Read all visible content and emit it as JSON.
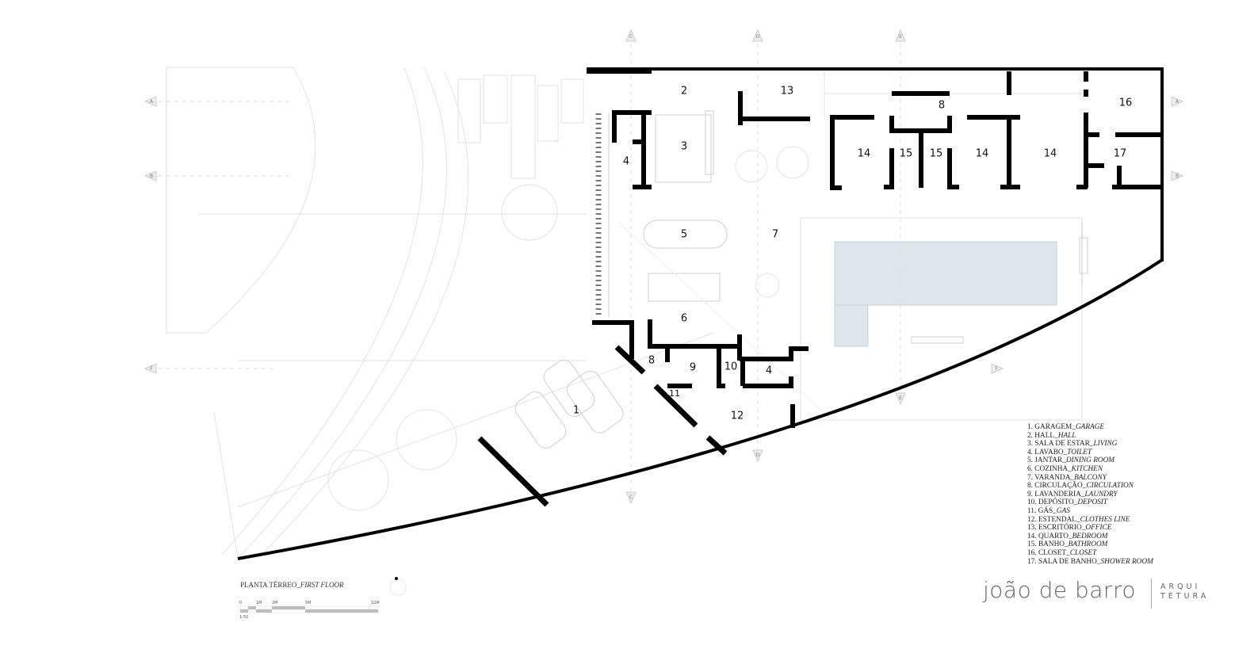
{
  "rooms": {
    "r1": "1",
    "r2": "2",
    "r3": "3",
    "r4a": "4",
    "r4b": "4",
    "r5": "5",
    "r6": "6",
    "r7": "7",
    "r8a": "8",
    "r8b": "8",
    "r9": "9",
    "r10": "10",
    "r11": "11",
    "r12": "12",
    "r13": "13",
    "r14a": "14",
    "r14b": "14",
    "r14c": "14",
    "r15a": "15",
    "r15b": "15",
    "r16": "16",
    "r17": "17"
  },
  "section_markers": {
    "a": "A",
    "b": "B",
    "c": "C",
    "d": "D",
    "e": "E",
    "f": "F"
  },
  "legend": [
    {
      "pt": "1. GARAGEM_",
      "en": "GARAGE"
    },
    {
      "pt": "2. HALL_",
      "en": "HALL"
    },
    {
      "pt": "3. SALA DE ESTAR_",
      "en": "LIVING"
    },
    {
      "pt": "4. LAVABO_",
      "en": "TOILET"
    },
    {
      "pt": "5. JANTAR_",
      "en": "DINING ROOM"
    },
    {
      "pt": "6. COZINHA_",
      "en": "KITCHEN"
    },
    {
      "pt": "7. VARANDA_",
      "en": "BALCONY"
    },
    {
      "pt": "8. CIRCULAÇÃO_",
      "en": "CIRCULATION"
    },
    {
      "pt": "9. LAVANDERIA_",
      "en": "LAUNDRY"
    },
    {
      "pt": "10. DEPÓSITO_",
      "en": "DEPOSIT"
    },
    {
      "pt": "11. GÁS_",
      "en": "GAS"
    },
    {
      "pt": "12. ESTENDAL_",
      "en": "CLOTHES LINE"
    },
    {
      "pt": "13. ESCRITÓRIO_",
      "en": "OFFICE"
    },
    {
      "pt": "14. QUARTO_",
      "en": "BEDROOM"
    },
    {
      "pt": "15. BANHO_",
      "en": "BATHROOM"
    },
    {
      "pt": "16. CLOSET_",
      "en": "CLOSET"
    },
    {
      "pt": "17. SALA DE BANHO_",
      "en": "SHOWER ROOM"
    }
  ],
  "title": {
    "pt": "PLANTA TÉRREO_",
    "en": "FIRST FLOOR"
  },
  "scale_bar": {
    "labels": [
      "0",
      "1M",
      "2M",
      "5M",
      "10M"
    ],
    "ratio": "1:50"
  },
  "logo": {
    "name": "joão de barro",
    "sub1": "ARQUI",
    "sub2": "TETURA"
  },
  "colors": {
    "wall": "#000000",
    "pool": "#d9e3ea",
    "scale_fill": "#bdbdbd"
  }
}
